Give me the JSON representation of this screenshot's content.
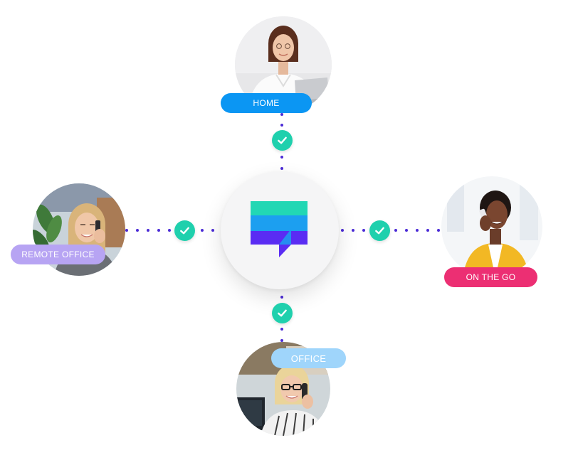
{
  "locations": {
    "home": {
      "label": "HOME",
      "color": "#0b96f3",
      "icon": "woman-with-laptop-photo"
    },
    "remote_office": {
      "label": "REMOTE OFFICE",
      "color": "#b7a4f3",
      "icon": "woman-on-phone-photo"
    },
    "on_the_go": {
      "label": "ON THE GO",
      "color": "#ec2f73",
      "icon": "woman-on-mobile-photo"
    },
    "office": {
      "label": "OFFICE",
      "color": "#9fd5fb",
      "icon": "woman-with-headset-photo"
    }
  },
  "hub": {
    "icon": "chat-bubble-logo-icon",
    "colors": [
      "#22d7b4",
      "#1c9ff0",
      "#5a2cf3"
    ]
  },
  "connector": {
    "dot_color": "#4b2bd6",
    "check_color": "#1fd0ad",
    "icon": "checkmark-icon"
  }
}
